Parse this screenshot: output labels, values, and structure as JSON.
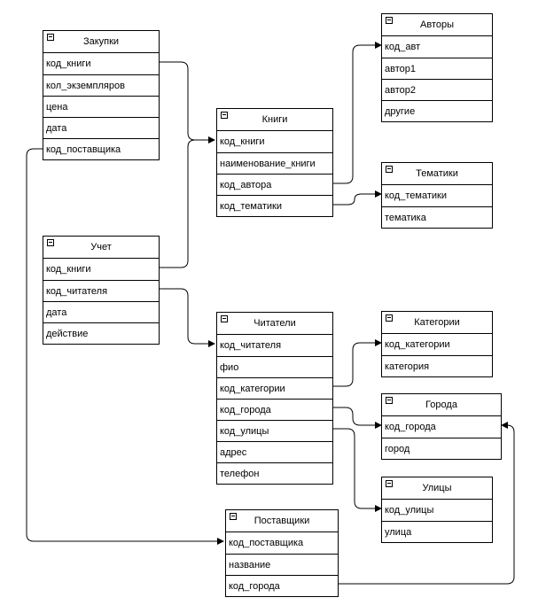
{
  "diagram": {
    "tables": [
      {
        "id": "purchases",
        "title": "Закупки",
        "fields": [
          "код_книги",
          "кол_экземпляров",
          "цена",
          "дата",
          "код_поставщика"
        ]
      },
      {
        "id": "authors",
        "title": "Авторы",
        "fields": [
          "код_авт",
          "автор1",
          "автор2",
          "другие"
        ]
      },
      {
        "id": "books",
        "title": "Книги",
        "fields": [
          "код_книги",
          "наименование_книги",
          "код_автора",
          "код_тематики"
        ]
      },
      {
        "id": "topics",
        "title": "Тематики",
        "fields": [
          "код_тематики",
          "тематика"
        ]
      },
      {
        "id": "accounting",
        "title": "Учет",
        "fields": [
          "код_книги",
          "код_читателя",
          "дата",
          "действие"
        ]
      },
      {
        "id": "readers",
        "title": "Читатели",
        "fields": [
          "код_читателя",
          "фио",
          "код_категории",
          "код_города",
          "код_улицы",
          "адрес",
          "телефон"
        ]
      },
      {
        "id": "categories",
        "title": "Категории",
        "fields": [
          "код_категории",
          "категория"
        ]
      },
      {
        "id": "cities",
        "title": "Города",
        "fields": [
          "код_города",
          "город"
        ]
      },
      {
        "id": "streets",
        "title": "Улицы",
        "fields": [
          "код_улицы",
          "улица"
        ]
      },
      {
        "id": "suppliers",
        "title": "Поставщики",
        "fields": [
          "код_поставщика",
          "название",
          "код_города"
        ]
      }
    ]
  }
}
